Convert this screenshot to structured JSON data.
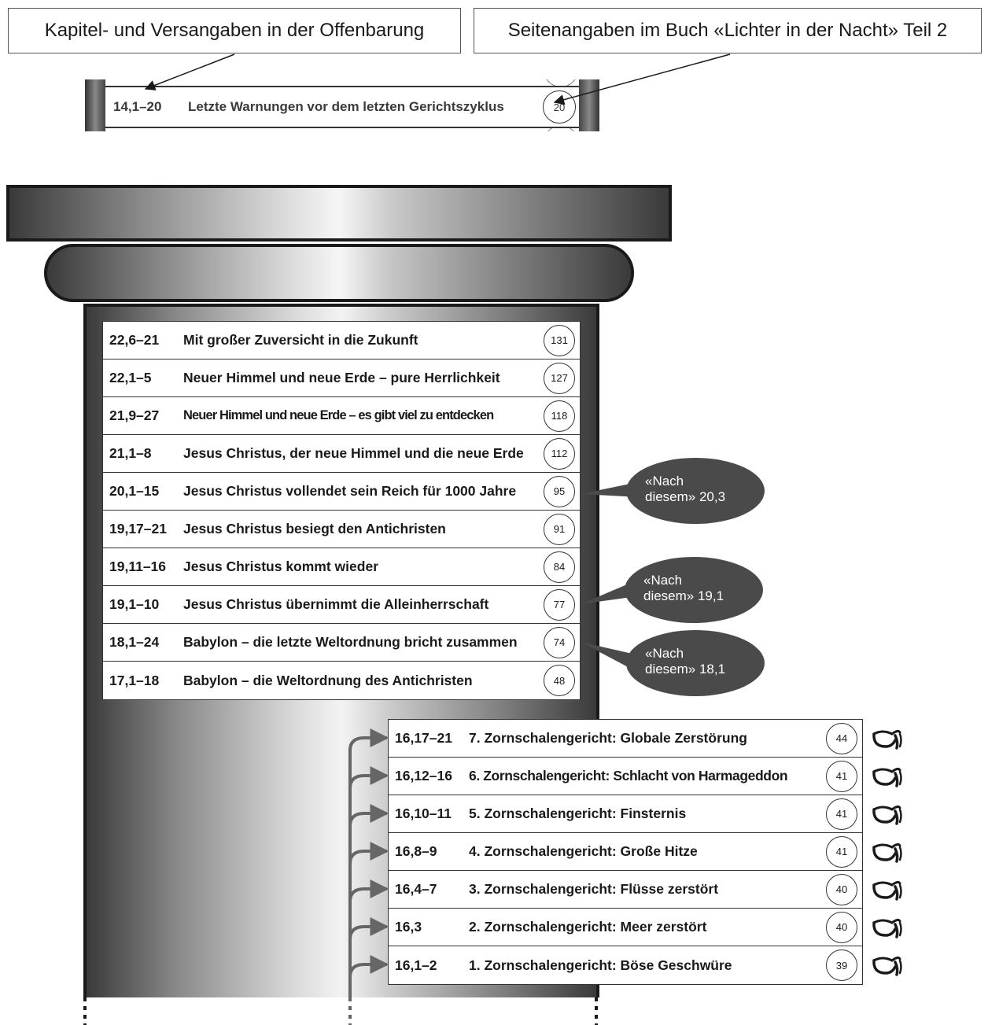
{
  "legend": {
    "chapter_label": "Kapitel- und Versangaben in der Offenbarung",
    "page_label": "Seitenangaben im Buch «Lichter in der Nacht» Teil 2"
  },
  "example": {
    "ref": "14,1–20",
    "title": "Letzte Warnungen vor dem letzten Gerichtszyklus",
    "page": "20"
  },
  "main_rows": [
    {
      "ref": "22,6–21",
      "title": "Mit großer Zuversicht in die Zukunft",
      "page": "131"
    },
    {
      "ref": "22,1–5",
      "title": "Neuer Himmel und neue Erde – pure Herrlichkeit",
      "page": "127"
    },
    {
      "ref": "21,9–27",
      "title": "Neuer Himmel und neue Erde – es gibt viel zu entdecken",
      "page": "118"
    },
    {
      "ref": "21,1–8",
      "title": "Jesus Christus, der neue Himmel und die neue Erde",
      "page": "112"
    },
    {
      "ref": "20,1–15",
      "title": "Jesus Christus vollendet sein Reich für 1000 Jahre",
      "page": "95"
    },
    {
      "ref": "19,17–21",
      "title": "Jesus Christus besiegt den Antichristen",
      "page": "91"
    },
    {
      "ref": "19,11–16",
      "title": "Jesus Christus kommt wieder",
      "page": "84"
    },
    {
      "ref": "19,1–10",
      "title": "Jesus Christus übernimmt die Alleinherrschaft",
      "page": "77"
    },
    {
      "ref": "18,1–24",
      "title": "Babylon – die letzte Weltordnung bricht zusammen",
      "page": "74"
    },
    {
      "ref": "17,1–18",
      "title": "Babylon – die Weltordnung des Antichristen",
      "page": "48"
    }
  ],
  "bowl_rows": [
    {
      "ref": "16,17–21",
      "title": "7. Zornschalengericht: Globale Zerstörung",
      "page": "44"
    },
    {
      "ref": "16,12–16",
      "title": "6. Zornschalengericht: Schlacht von Harmageddon",
      "page": "41"
    },
    {
      "ref": "16,10–11",
      "title": "5. Zornschalengericht: Finsternis",
      "page": "41"
    },
    {
      "ref": "16,8–9",
      "title": "4. Zornschalengericht: Große Hitze",
      "page": "41"
    },
    {
      "ref": "16,4–7",
      "title": "3. Zornschalengericht: Flüsse zerstört",
      "page": "40"
    },
    {
      "ref": "16,3",
      "title": "2. Zornschalengericht: Meer zerstört",
      "page": "40"
    },
    {
      "ref": "16,1–2",
      "title": "1. Zornschalengericht: Böse Geschwüre",
      "page": "39"
    }
  ],
  "callouts": [
    {
      "text": "«Nach\ndiesem» 20,3"
    },
    {
      "text": "«Nach\ndiesem» 19,1"
    },
    {
      "text": "«Nach\ndiesem» 18,1"
    }
  ],
  "icons": {
    "bowl": "bowl-icon"
  },
  "colors": {
    "callout": "#4a4a4a",
    "arrow": "#666666",
    "border": "#1a1a1a"
  }
}
